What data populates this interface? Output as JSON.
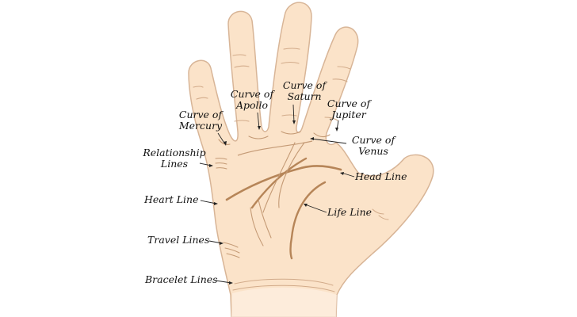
{
  "colors": {
    "skin": "#fbe3c9",
    "skin_light": "#fdf0e2",
    "outline": "#d8b597",
    "crease": "#c49a75",
    "major_line": "#b68558",
    "pointer": "#222222",
    "text": "#111111"
  },
  "labels": {
    "curve_of_apollo": [
      "Curve of",
      "Apollo"
    ],
    "curve_of_saturn": [
      "Curve of",
      "Saturn"
    ],
    "curve_of_jupiter": [
      "Curve of",
      "Jupiter"
    ],
    "curve_of_mercury": [
      "Curve of",
      "Mercury"
    ],
    "curve_of_venus": [
      "Curve of",
      "Venus"
    ],
    "relationship_lines": [
      "Relationship",
      "Lines"
    ],
    "head_line": "Head Line",
    "heart_line": "Heart Line",
    "life_line": "Life Line",
    "travel_lines": "Travel Lines",
    "bracelet_lines": "Bracelet Lines"
  }
}
